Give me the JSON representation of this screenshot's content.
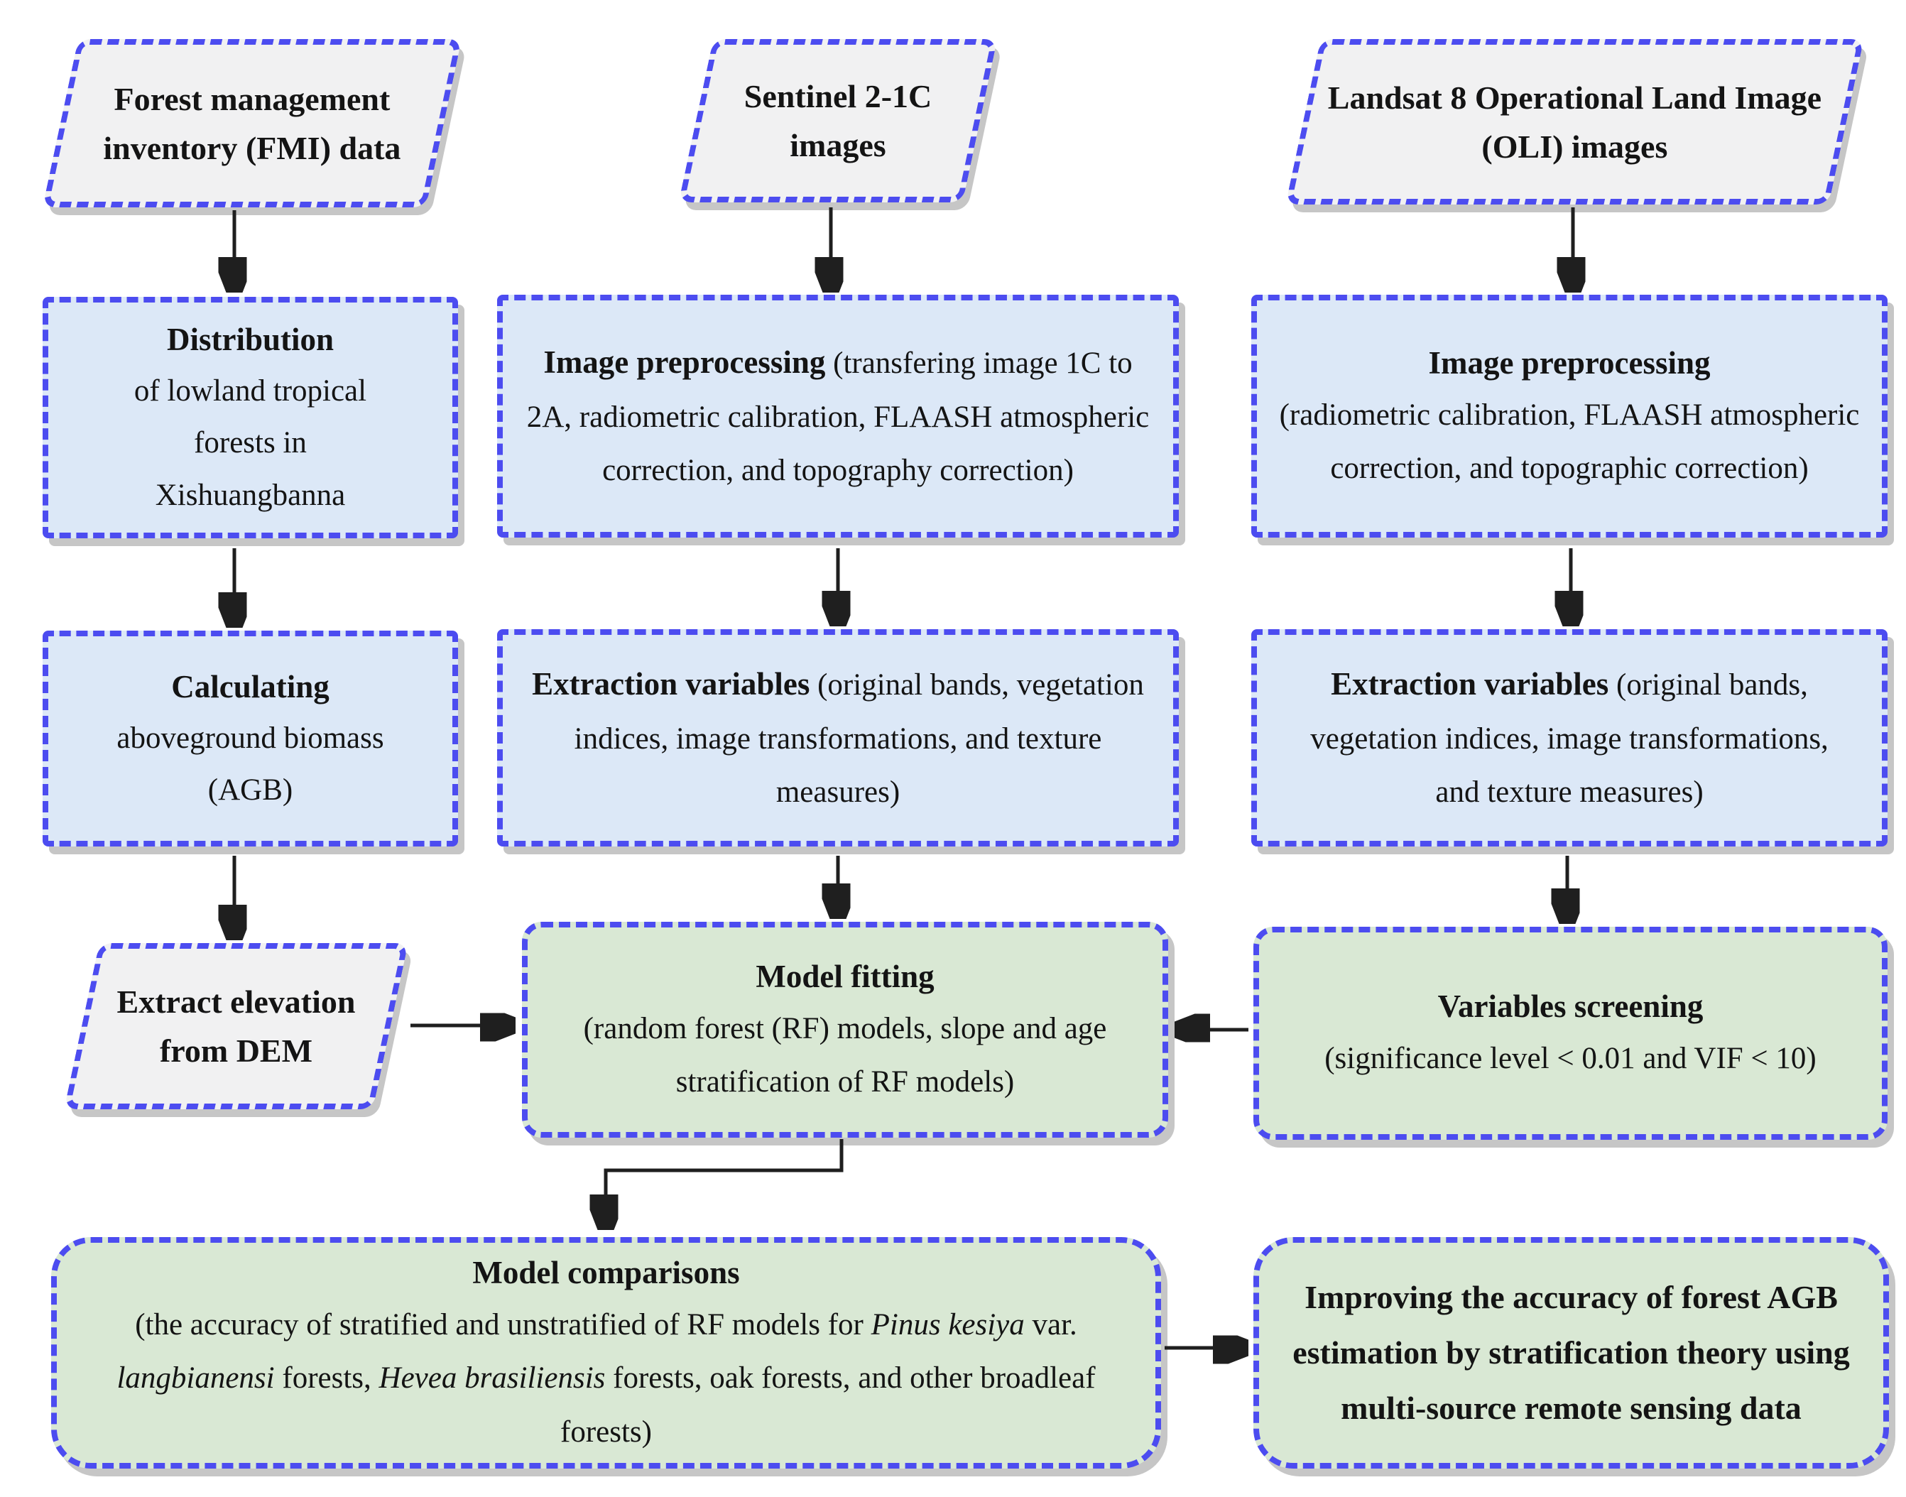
{
  "diagram": {
    "colors": {
      "border": "#4c4cf0",
      "fill_gray": "#f1f1f2",
      "fill_blue": "#dce8f7",
      "fill_green": "#d9e8d4",
      "shadow": "#c6c6c6",
      "arrow": "#1f1f1f"
    },
    "nodes": {
      "fmi": {
        "label": "Forest management inventory (FMI) data"
      },
      "sentinel": {
        "label": "Sentinel 2-1C images"
      },
      "landsat": {
        "label": "Landsat 8 Operational Land Image (OLI) images"
      },
      "distribution": {
        "title": "Distribution",
        "lines": [
          "of lowland tropical",
          "forests in",
          "Xishuangbanna"
        ]
      },
      "preproc_s2": {
        "title": "Image preprocessing",
        "body": " (transfering image 1C to 2A, radiometric calibration, FLAASH atmospheric correction, and topography correction)"
      },
      "preproc_l8": {
        "title": "Image preprocessing",
        "body": "(radiometric calibration, FLAASH atmospheric correction, and topographic correction)"
      },
      "calculating": {
        "title": "Calculating",
        "lines": [
          "aboveground biomass",
          "(AGB)"
        ]
      },
      "extract_s2": {
        "title": "Extraction variables",
        "body": " (original bands, vegetation indices, image transformations, and texture measures)"
      },
      "extract_l8": {
        "title": "Extraction variables",
        "body": " (original bands, vegetation indices, image transformations, and texture measures)"
      },
      "dem": {
        "label": "Extract elevation from DEM"
      },
      "model_fitting": {
        "title": "Model fitting",
        "body": "(random forest (RF) models, slope and age stratification of RF models)"
      },
      "variables_screening": {
        "title": "Variables screening",
        "body": "(significance level < 0.01 and VIF < 10)"
      },
      "model_comparisons": {
        "title": "Model comparisons",
        "rich_body": [
          {
            "t": "(the accuracy of stratified and unstratified of RF models for "
          },
          {
            "t": "Pinus kesiya",
            "i": true
          },
          {
            "t": " var. "
          },
          {
            "t": "langbianensi",
            "i": true
          },
          {
            "t": " forests, "
          },
          {
            "t": "Hevea brasiliensis",
            "i": true
          },
          {
            "t": " forests, oak forests, and other broadleaf forests)"
          }
        ]
      },
      "improving": {
        "label": "Improving the accuracy of forest AGB estimation by stratification theory using multi-source remote sensing data"
      }
    },
    "edges": [
      {
        "from": "fmi",
        "to": "distribution"
      },
      {
        "from": "sentinel",
        "to": "preproc_s2"
      },
      {
        "from": "landsat",
        "to": "preproc_l8"
      },
      {
        "from": "distribution",
        "to": "calculating"
      },
      {
        "from": "preproc_s2",
        "to": "extract_s2"
      },
      {
        "from": "preproc_l8",
        "to": "extract_l8"
      },
      {
        "from": "calculating",
        "to": "dem"
      },
      {
        "from": "extract_s2",
        "to": "model_fitting"
      },
      {
        "from": "extract_l8",
        "to": "variables_screening"
      },
      {
        "from": "dem",
        "to": "model_fitting"
      },
      {
        "from": "variables_screening",
        "to": "model_fitting"
      },
      {
        "from": "model_fitting",
        "to": "model_comparisons"
      },
      {
        "from": "model_comparisons",
        "to": "improving"
      }
    ]
  }
}
